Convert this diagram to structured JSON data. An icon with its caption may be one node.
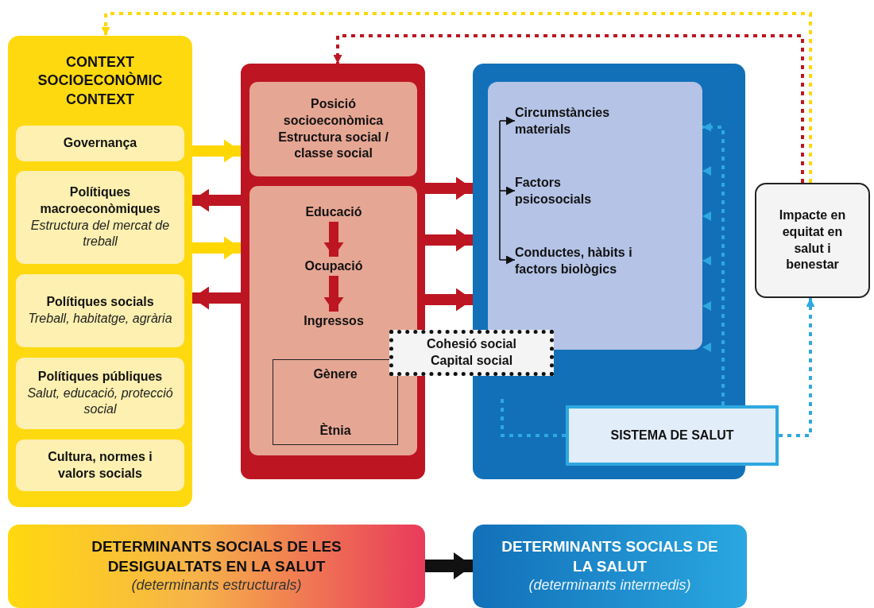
{
  "diagram": {
    "nodes": [
      {
        "text": [
          "CONTEXT SOCIOECONÒMIC CONTEXT"
        ]
      },
      {
        "text": [
          "Governança"
        ],
        "in": 0
      },
      {
        "text": [
          "Polítiques macroeconòmiques",
          "Estructura del mercat de treball"
        ],
        "in": 0
      },
      {
        "text": [
          "Polítiques socials",
          "Treball, habitatge, agrària"
        ],
        "in": 0
      },
      {
        "text": [
          "Polítiques públiques",
          "Salut, educació, protecció social"
        ],
        "in": 0
      },
      {
        "text": [
          "Cultura, normes i valors socials"
        ],
        "in": 0
      },
      {
        "text": [],
        "shape": "box"
      },
      {
        "text": [
          "Posició socioeconòmica Estructura social / classe social"
        ],
        "in": 6
      },
      {
        "text": [],
        "shape": "box",
        "in": 6
      },
      {
        "text": [
          "Educació"
        ],
        "in": 8
      },
      {
        "text": [
          "Ocupació"
        ],
        "in": 8
      },
      {
        "text": [
          "Ingressos"
        ],
        "in": 8
      },
      {
        "text": [
          "Gènere",
          "Ètnia"
        ],
        "in": 8
      },
      {
        "text": [
          "Cohesió social Capital social"
        ]
      },
      {
        "text": [],
        "shape": "box"
      },
      {
        "text": [],
        "shape": "box",
        "in": 14
      },
      {
        "text": [
          "Circumstàncies materials"
        ],
        "in": 15
      },
      {
        "text": [
          "Factors psicosocials"
        ],
        "in": 15
      },
      {
        "text": [
          "Conductes, hàbits i factors biològics"
        ],
        "in": 15
      },
      {
        "text": [
          "SISTEMA DE SALUT"
        ]
      },
      {
        "text": [
          "Impacte en equitat en salut i benestar"
        ]
      },
      {
        "text": [
          "DETERMINANTS SOCIALS DE LES DESIGUALTATS EN LA SALUT",
          "(determinants estructurals)"
        ]
      },
      {
        "text": [
          "DETERMINANTS SOCIALS DE LA SALUT",
          "(determinants intermedis)"
        ]
      }
    ],
    "edges": [
      {
        "from": 0,
        "to": 6,
        "arrow": "to",
        "color": "#ffd700"
      },
      {
        "from": 6,
        "to": 0,
        "arrow": "to"
      },
      {
        "from": 0,
        "to": 6,
        "arrow": "to",
        "color": "#ffd700"
      },
      {
        "from": 6,
        "to": 0,
        "arrow": "to"
      },
      {
        "from": 6,
        "to": 14,
        "arrow": "to"
      },
      {
        "from": 6,
        "to": 14,
        "arrow": "to"
      },
      {
        "from": 6,
        "to": 14,
        "arrow": "to"
      },
      {
        "from": 9,
        "to": 10,
        "arrow": "to"
      },
      {
        "from": 10,
        "to": 11,
        "arrow": "to"
      },
      {
        "from": null,
        "to": 16,
        "arrow": "to",
        "color": "#111111"
      },
      {
        "from": null,
        "to": 17,
        "arrow": "to",
        "color": "#111111"
      },
      {
        "from": null,
        "to": 18,
        "arrow": "to",
        "color": "#111111"
      },
      {
        "from": 19,
        "to": 15,
        "arrow": "to",
        "style": "dashed",
        "color": "#2ea8e0"
      },
      {
        "from": 19,
        "to": null,
        "arrow": "none",
        "style": "dashed",
        "color": "#2ea8e0"
      },
      {
        "from": 19,
        "to": 20,
        "arrow": "to",
        "style": "dashed",
        "color": "#2ea8e0"
      },
      {
        "from": 20,
        "to": 0,
        "arrow": "to",
        "style": "dashed",
        "color": "#ffd700"
      },
      {
        "from": 20,
        "to": 6,
        "arrow": "to",
        "style": "dashed"
      },
      {
        "from": 21,
        "to": 22,
        "arrow": "to",
        "color": "#111111"
      }
    ]
  }
}
